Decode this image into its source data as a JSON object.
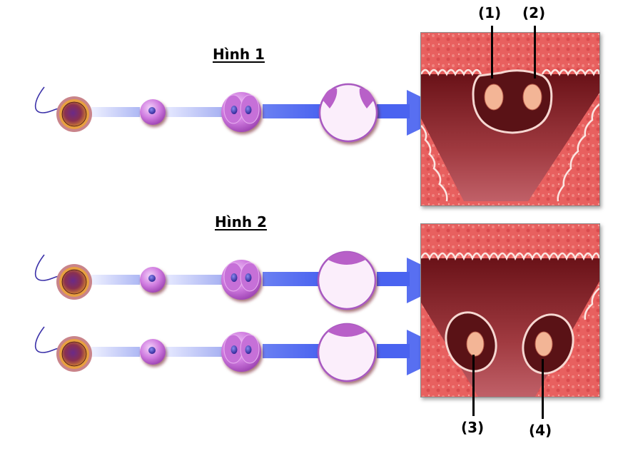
{
  "figures": [
    {
      "title": "Hình 1",
      "rows": 1,
      "stages": [
        "zygote",
        "one-cell",
        "two-cell",
        "blastocyst"
      ],
      "blastocyst_inner_cell_masses": 2,
      "outcome": "two embryos sharing one gestational sac"
    },
    {
      "title": "Hình 2",
      "rows": 2,
      "stages": [
        "zygote",
        "one-cell",
        "two-cell",
        "blastocyst"
      ],
      "blastocyst_inner_cell_masses": 1,
      "outcome": "two embryos in separate gestational sacs"
    }
  ],
  "labels": {
    "l1": "(1)",
    "l2": "(2)",
    "l3": "(3)",
    "l4": "(4)"
  },
  "colors": {
    "arrow": "#4a63f0",
    "uterus_tissue": "#e8605f",
    "uterus_cavity": "#7d1d22",
    "embryo": "#f3b596",
    "cell": "#c86ad8",
    "nucleus": "#3a34b8",
    "egg": "#d8882c"
  }
}
